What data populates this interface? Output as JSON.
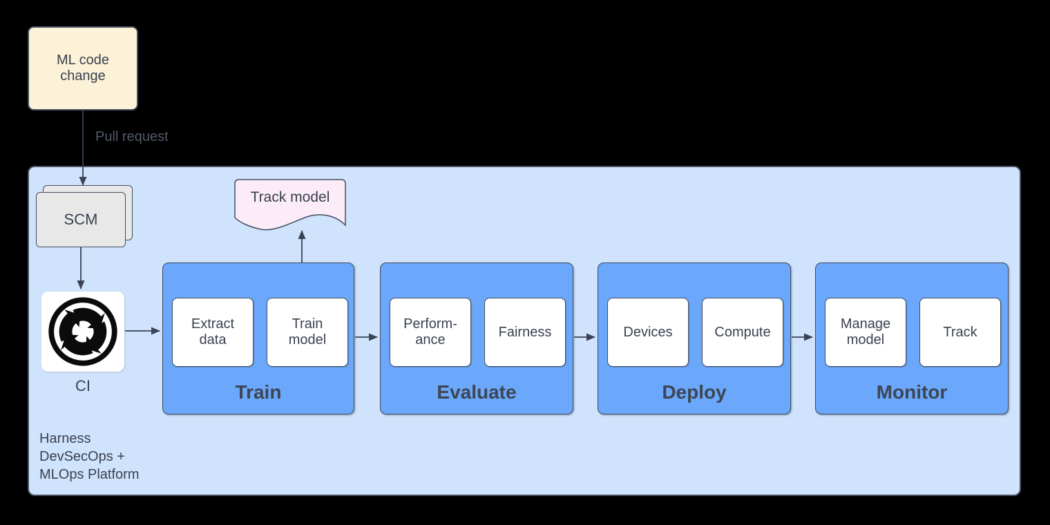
{
  "nodes": {
    "ml_code_change": "ML code\nchange",
    "scm": "SCM",
    "ci": "CI",
    "track_model": "Track model"
  },
  "edges": {
    "pull_request_label": "Pull request"
  },
  "platform": {
    "label": "Harness\nDevSecOps +\nMLOps Platform"
  },
  "stages": [
    {
      "title": "Train",
      "items": [
        "Extract\ndata",
        "Train\nmodel"
      ]
    },
    {
      "title": "Evaluate",
      "items": [
        "Perform-\nance",
        "Fairness"
      ]
    },
    {
      "title": "Deploy",
      "items": [
        "Devices",
        "Compute"
      ]
    },
    {
      "title": "Monitor",
      "items": [
        "Manage\nmodel",
        "Track"
      ]
    }
  ],
  "icons": {
    "ci": "cycle-arrows-icon"
  },
  "colors": {
    "background": "#000000",
    "platform_fill": "#D0E3FC",
    "stage_fill": "#6BA7FA",
    "ml_node_fill": "#FCF2D8",
    "scm_fill": "#E8E8E8",
    "track_model_fill": "#FBECF8",
    "item_fill": "#FFFFFF",
    "stroke": "#424C5C",
    "text": "#39414F"
  }
}
